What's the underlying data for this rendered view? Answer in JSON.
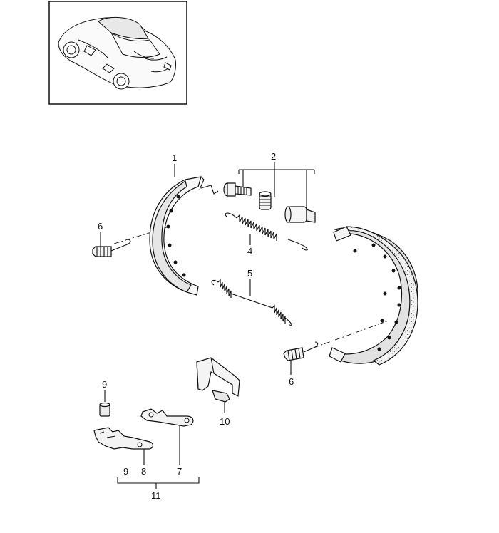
{
  "callouts": {
    "c1": "1",
    "c2": "2",
    "c4": "4",
    "c5": "5",
    "c6a": "6",
    "c6b": "6",
    "c7": "7",
    "c8": "8",
    "c9a": "9",
    "c9b": "9",
    "c10": "10",
    "c11": "11"
  }
}
